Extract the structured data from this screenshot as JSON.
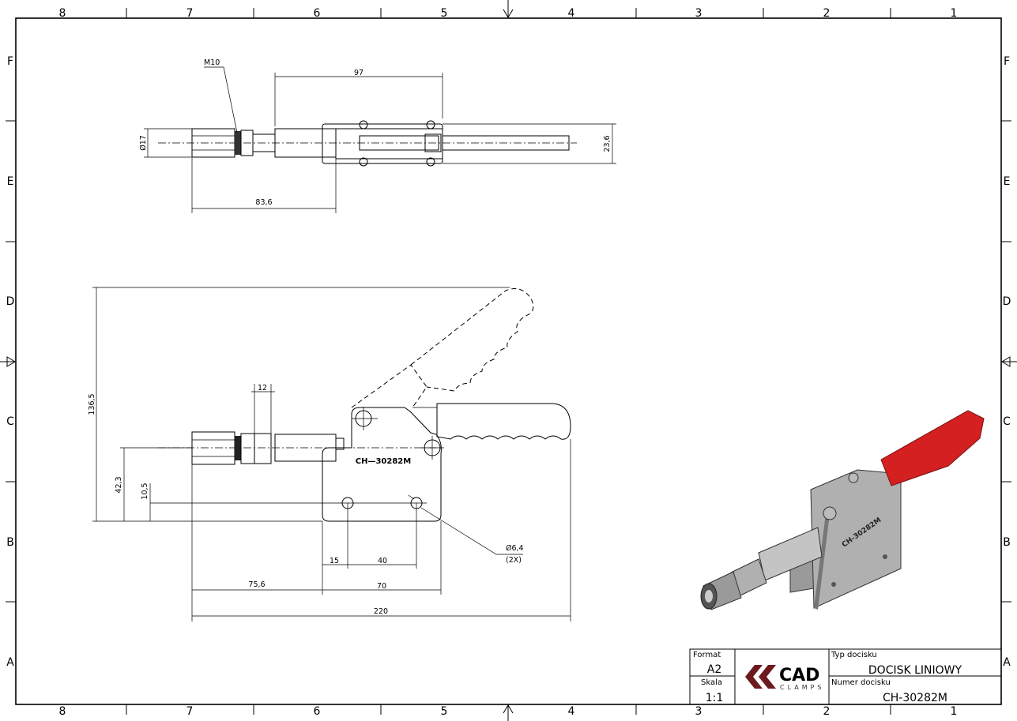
{
  "border": {
    "columns": [
      "8",
      "7",
      "6",
      "5",
      "4",
      "3",
      "2",
      "1"
    ],
    "rows": [
      "F",
      "E",
      "D",
      "C",
      "B",
      "A"
    ]
  },
  "top_view": {
    "thread_label": "M10",
    "dim_97": "97",
    "dim_dia17": "Ø17",
    "dim_23_6": "23,6",
    "dim_83_6": "83,6"
  },
  "side_view": {
    "part_marking": "CH—30282M",
    "dim_136_5": "136,5",
    "dim_12": "12",
    "dim_42_3": "42,3",
    "dim_10_5": "10,5",
    "dim_15": "15",
    "dim_40": "40",
    "dim_75_6": "75,6",
    "dim_70": "70",
    "dim_220": "220",
    "hole_dia": "Ø6,4",
    "hole_count": "(2X)"
  },
  "iso_view": {
    "marking": "CH-30282M",
    "handle_color": "#d42020",
    "body_color": "#a8a8a8"
  },
  "title_block": {
    "format_label": "Format",
    "format_value": "A2",
    "scale_label": "Skala",
    "scale_value": "1:1",
    "logo_main": "CAD",
    "logo_sub": "CLAMPS",
    "logo_color": "#6b1a1e",
    "type_label": "Typ docisku",
    "type_value": "DOCISK LINIOWY",
    "number_label": "Numer docisku",
    "number_value": "CH-30282M"
  }
}
